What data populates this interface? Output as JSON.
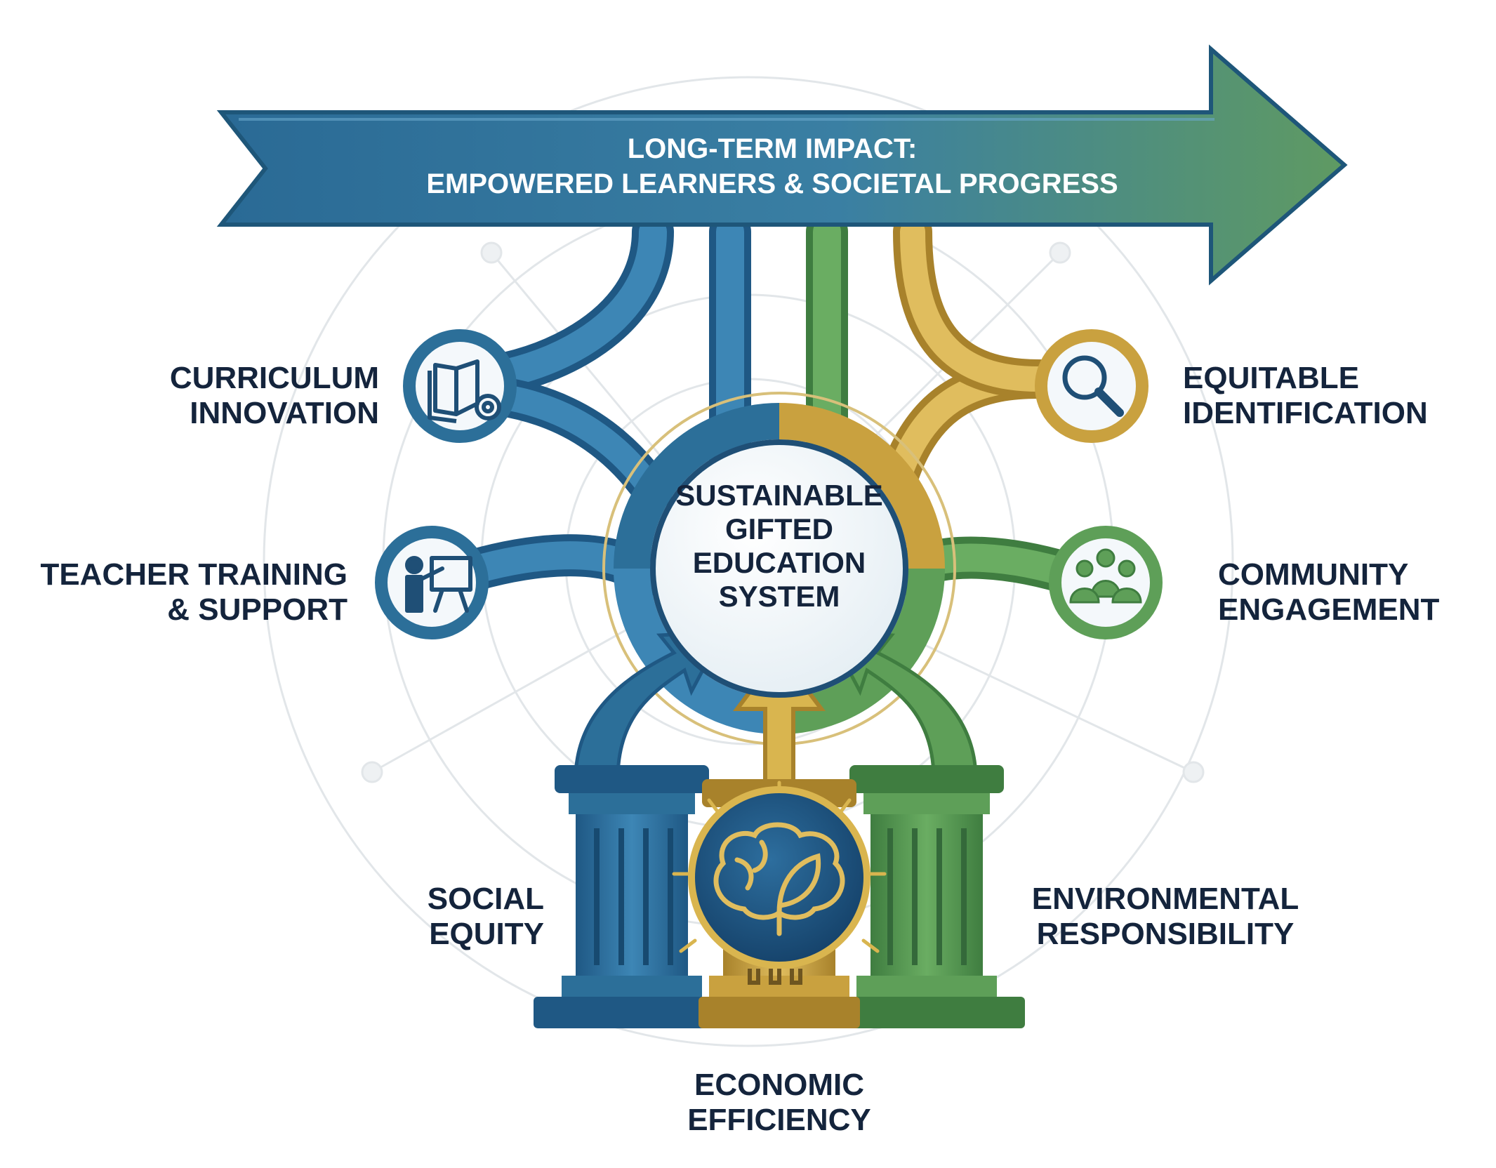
{
  "banner": {
    "line1": "LONG-TERM IMPACT:",
    "line2": "EMPOWERED LEARNERS & SOCIETAL PROGRESS"
  },
  "center": {
    "lines": [
      "SUSTAINABLE",
      "GIFTED",
      "EDUCATION",
      "SYSTEM"
    ]
  },
  "components": {
    "curriculum": {
      "line1": "CURRICULUM",
      "line2": "INNOVATION",
      "icon": "book-gear-icon"
    },
    "teacher": {
      "line1": "TEACHER TRAINING",
      "line2": "& SUPPORT",
      "icon": "teacher-board-icon"
    },
    "identification": {
      "line1": "EQUITABLE",
      "line2": "IDENTIFICATION",
      "icon": "magnifier-icon"
    },
    "community": {
      "line1": "COMMUNITY",
      "line2": "ENGAGEMENT",
      "icon": "people-group-icon"
    }
  },
  "pillars": {
    "social": {
      "line1": "SOCIAL",
      "line2": "EQUITY"
    },
    "economic": {
      "line1": "ECONOMIC",
      "line2": "EFFICIENCY"
    },
    "environmental": {
      "line1": "ENVIRONMENTAL",
      "line2": "RESPONSIBILITY"
    },
    "center_icon": "brain-leaf-icon"
  },
  "colors": {
    "blue": "#2c6f99",
    "light_blue": "#4a97c2",
    "green": "#5e9f58",
    "gold": "#c9a13f",
    "dark_text": "#14243c",
    "banner_left": "#2a6a95",
    "banner_right": "#5f9a62"
  }
}
